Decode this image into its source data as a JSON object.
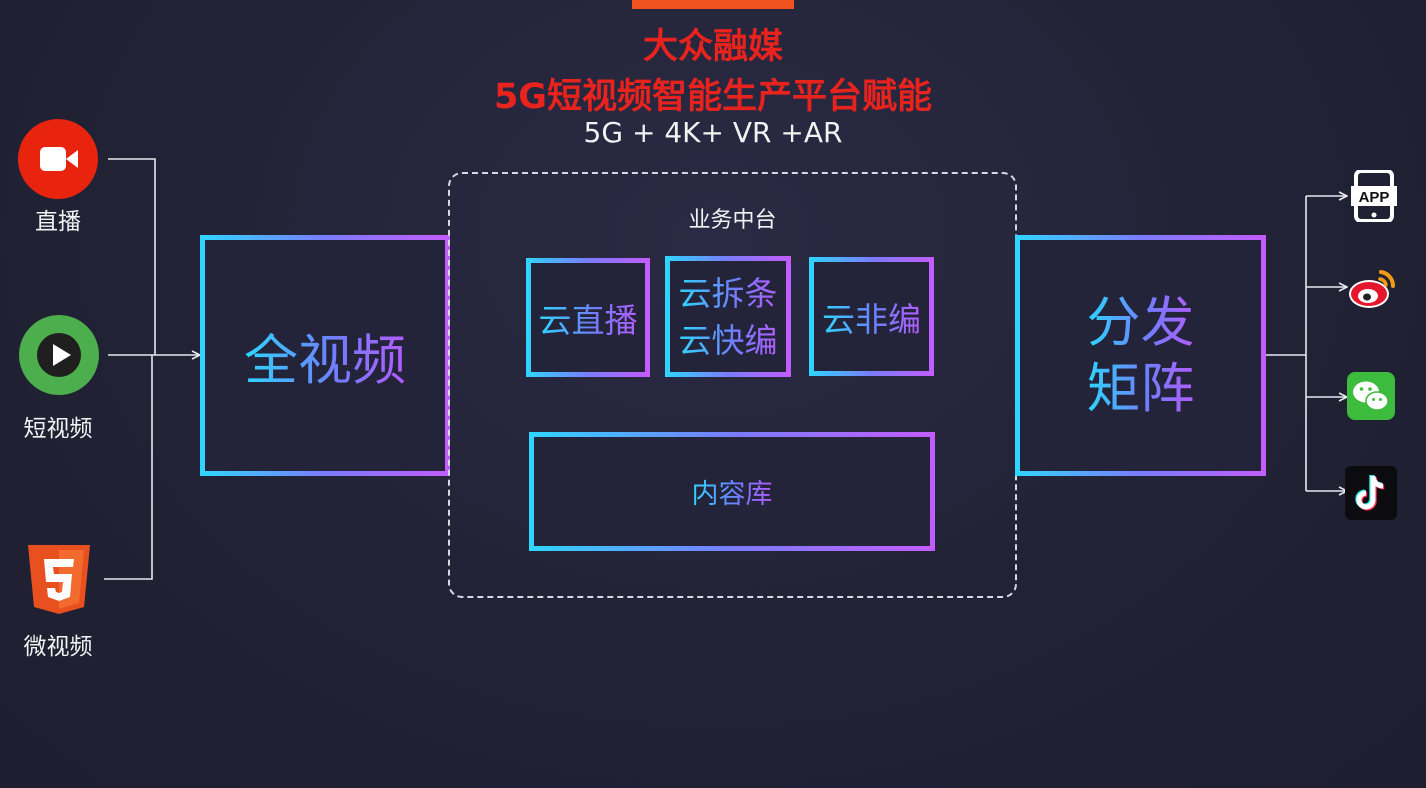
{
  "header": {
    "title_line1": "大众融媒",
    "title_line2": "5G短视频智能生产平台赋能",
    "subtitle": "5G + 4K+ VR +AR"
  },
  "sources": [
    {
      "label": "直播",
      "icon": "video-camera-icon",
      "color": "#e8240f"
    },
    {
      "label": "短视频",
      "icon": "play-icon",
      "color": "#4cae4c"
    },
    {
      "label": "微视频",
      "icon": "html5-icon",
      "color": "#f0621f"
    }
  ],
  "main_box": {
    "label": "全视频"
  },
  "platform": {
    "title": "业务中台",
    "modules": [
      {
        "lines": [
          "云直播"
        ]
      },
      {
        "lines": [
          "云拆条",
          "云快编"
        ]
      },
      {
        "lines": [
          "云非编"
        ]
      }
    ],
    "library": "内容库"
  },
  "distribution": {
    "lines": [
      "分发",
      "矩阵"
    ]
  },
  "outputs": [
    {
      "icon": "app-icon",
      "text": "APP"
    },
    {
      "icon": "weibo-icon"
    },
    {
      "icon": "wechat-icon"
    },
    {
      "icon": "douyin-icon"
    }
  ],
  "colors": {
    "title_red": "#e8231e",
    "gradient_start": "#2ed6ff",
    "gradient_end": "#c45cff",
    "accent_orange": "#f0521f"
  }
}
